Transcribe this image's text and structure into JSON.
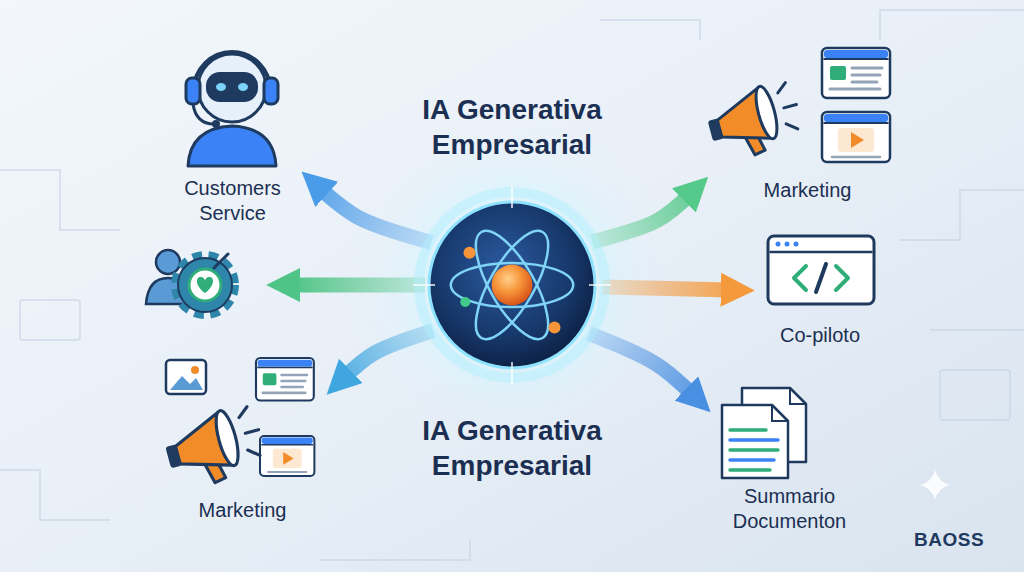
{
  "diagram": {
    "title": "IA Generativa Empresarial",
    "nodes": [
      {
        "text": [
          "IA Generativa Empresarial"
        ]
      },
      {
        "text": [
          "Customers Service"
        ]
      },
      {
        "text": [
          "Marketing"
        ]
      },
      {
        "text": [
          "Co-piloto"
        ]
      },
      {
        "text": [
          "Marketing"
        ]
      },
      {
        "text": [
          "Summario Documenton"
        ]
      }
    ],
    "edges": [
      {
        "from": 0,
        "to": 1,
        "arrow": "to"
      },
      {
        "from": 0,
        "to": 2,
        "arrow": "to"
      },
      {
        "from": 0,
        "to": 3,
        "arrow": "to"
      },
      {
        "from": 0,
        "to": 4,
        "arrow": "to"
      },
      {
        "from": 0,
        "to": 5,
        "arrow": "to"
      }
    ],
    "labels": [
      "BAOSS"
    ]
  }
}
